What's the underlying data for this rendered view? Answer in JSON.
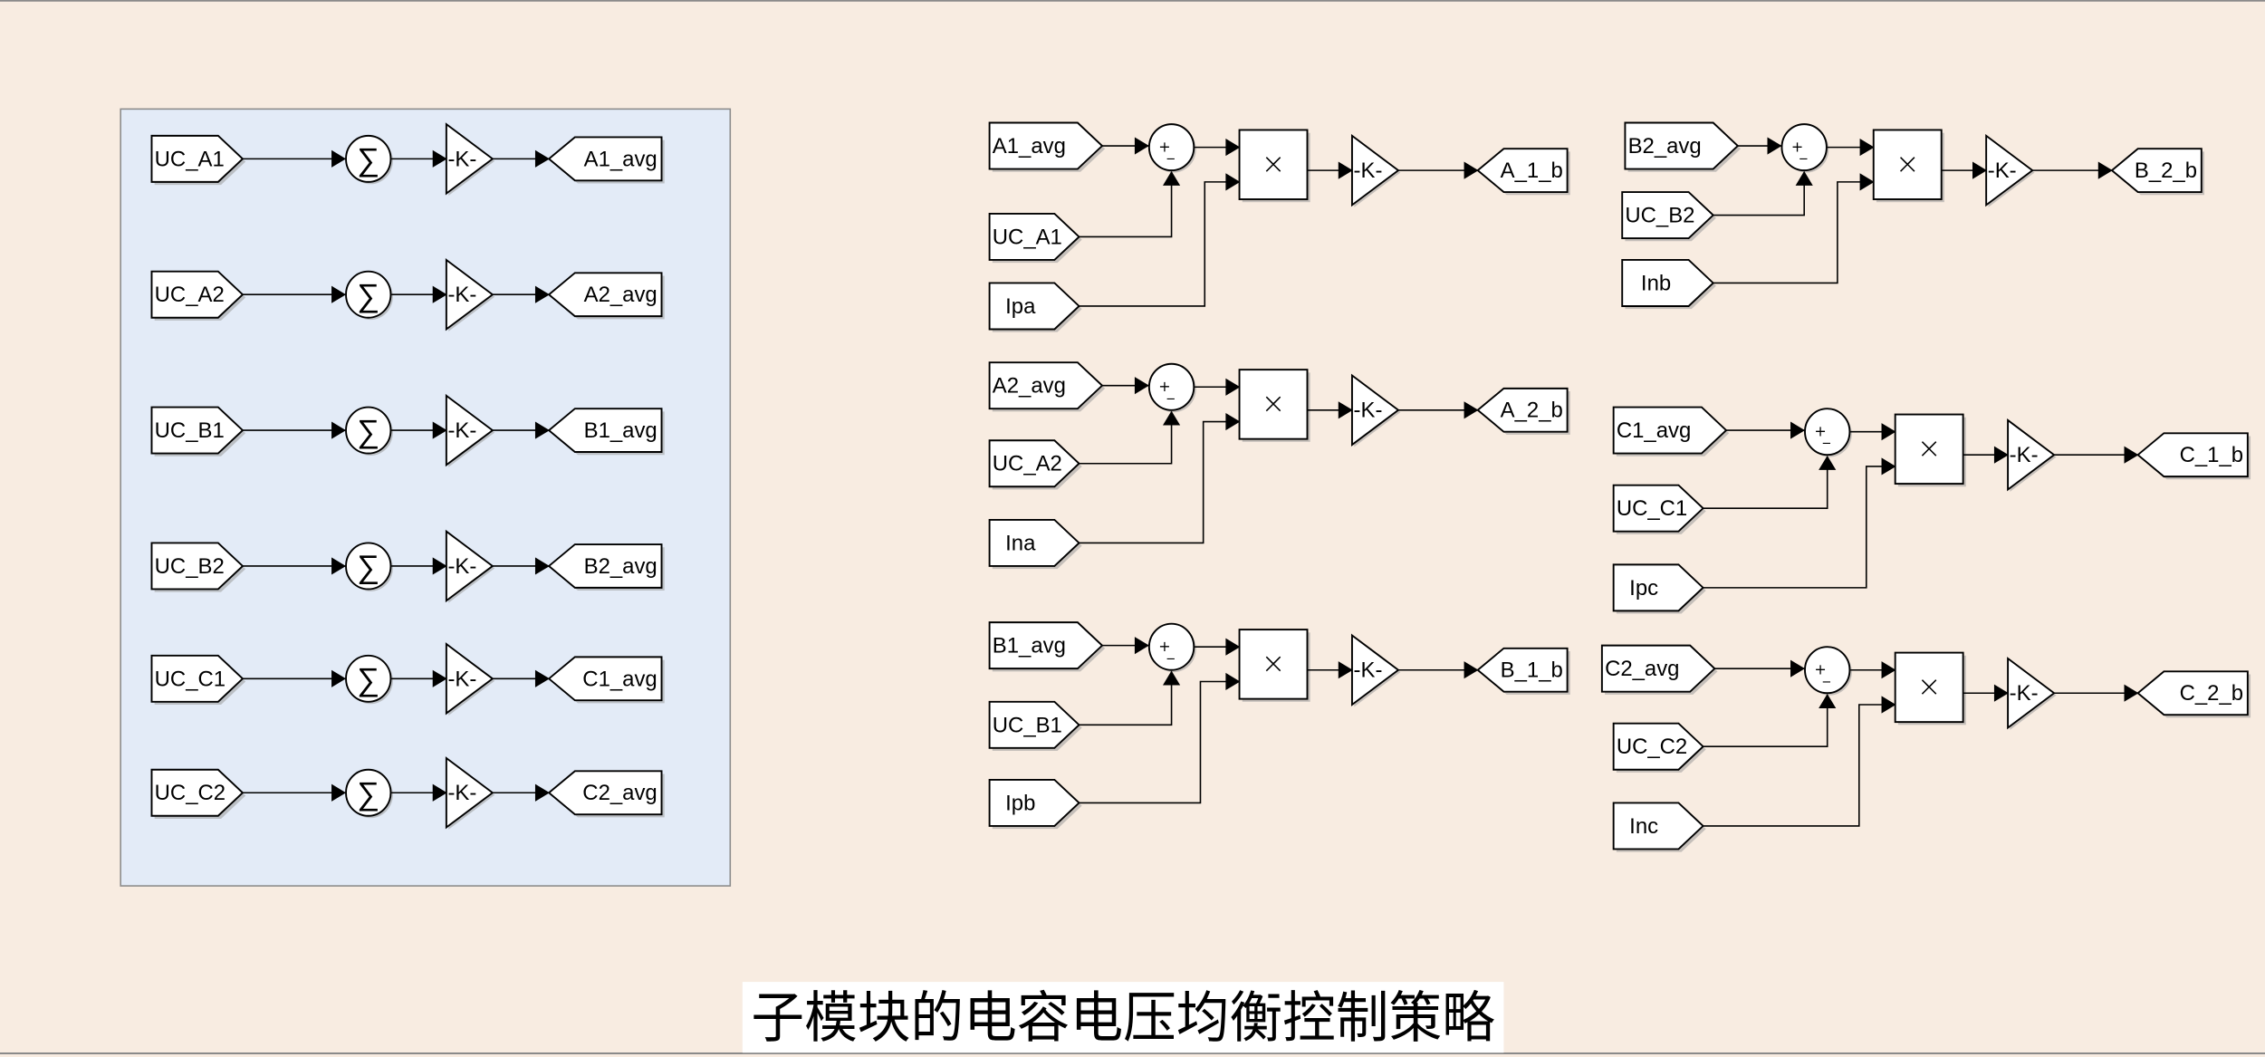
{
  "window": {
    "title": "子模块的电容电压均衡控制策略"
  },
  "colors": {
    "canvas_background": "#f8ece1",
    "area_background": "#e3ebf7",
    "area_border": "#8c8c8c",
    "block_fill": "#ffffff",
    "line": "#000000"
  },
  "averaging_area": {
    "rows": [
      {
        "from": "UC_A1",
        "sum_symbol": "∑",
        "gain": "-K-",
        "goto": "A1_avg"
      },
      {
        "from": "UC_A2",
        "sum_symbol": "∑",
        "gain": "-K-",
        "goto": "A2_avg"
      },
      {
        "from": "UC_B1",
        "sum_symbol": "∑",
        "gain": "-K-",
        "goto": "B1_avg"
      },
      {
        "from": "UC_B2",
        "sum_symbol": "∑",
        "gain": "-K-",
        "goto": "B2_avg"
      },
      {
        "from": "UC_C1",
        "sum_symbol": "∑",
        "gain": "-K-",
        "goto": "C1_avg"
      },
      {
        "from": "UC_C2",
        "sum_symbol": "∑",
        "gain": "-K-",
        "goto": "C2_avg"
      }
    ]
  },
  "balancing_groups": [
    {
      "avg": "A1_avg",
      "uc": "UC_A1",
      "current": "Ipa",
      "sum_signs": [
        "+",
        "_"
      ],
      "product_symbol": "×",
      "gain": "-K-",
      "goto": "A_1_b"
    },
    {
      "avg": "A2_avg",
      "uc": "UC_A2",
      "current": "Ina",
      "sum_signs": [
        "+",
        "_"
      ],
      "product_symbol": "×",
      "gain": "-K-",
      "goto": "A_2_b"
    },
    {
      "avg": "B1_avg",
      "uc": "UC_B1",
      "current": "Ipb",
      "sum_signs": [
        "+",
        "_"
      ],
      "product_symbol": "×",
      "gain": "-K-",
      "goto": "B_1_b"
    },
    {
      "avg": "B2_avg",
      "uc": "UC_B2",
      "current": "Inb",
      "sum_signs": [
        "+",
        "_"
      ],
      "product_symbol": "×",
      "gain": "-K-",
      "goto": "B_2_b"
    },
    {
      "avg": "C1_avg",
      "uc": "UC_C1",
      "current": "Ipc",
      "sum_signs": [
        "+",
        "_"
      ],
      "product_symbol": "×",
      "gain": "-K-",
      "goto": "C_1_b"
    },
    {
      "avg": "C2_avg",
      "uc": "UC_C2",
      "current": "Inc",
      "sum_signs": [
        "+",
        "_"
      ],
      "product_symbol": "×",
      "gain": "-K-",
      "goto": "C_2_b"
    }
  ]
}
